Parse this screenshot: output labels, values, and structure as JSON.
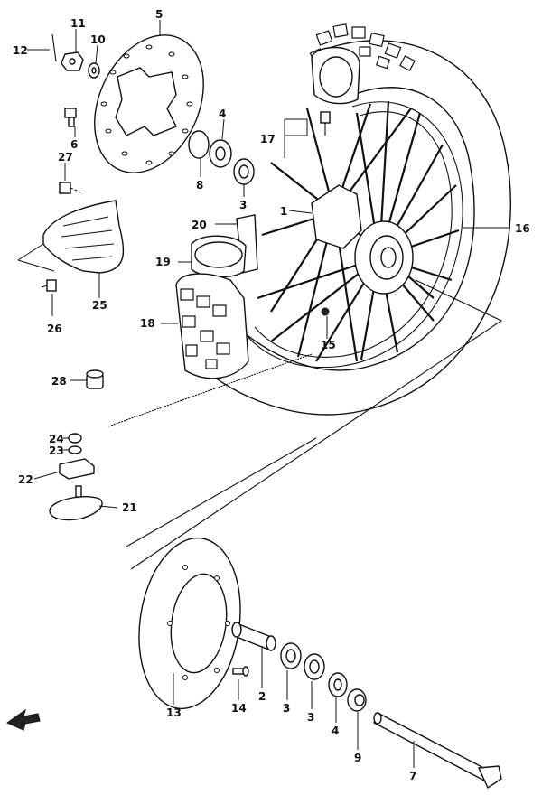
{
  "callouts": {
    "c1": "1",
    "c2": "2",
    "c3a": "3",
    "c3b": "3",
    "c3c": "3",
    "c4a": "4",
    "c4b": "4",
    "c5": "5",
    "c6": "6",
    "c7": "7",
    "c8": "8",
    "c9": "9",
    "c10": "10",
    "c11": "11",
    "c12": "12",
    "c13": "13",
    "c14": "14",
    "c15": "15",
    "c16": "16",
    "c17": "17",
    "c18": "18",
    "c19": "19",
    "c20": "20",
    "c21": "21",
    "c22": "22",
    "c23": "23",
    "c24": "24",
    "c25": "25",
    "c26": "26",
    "c27": "27",
    "c28": "28"
  }
}
